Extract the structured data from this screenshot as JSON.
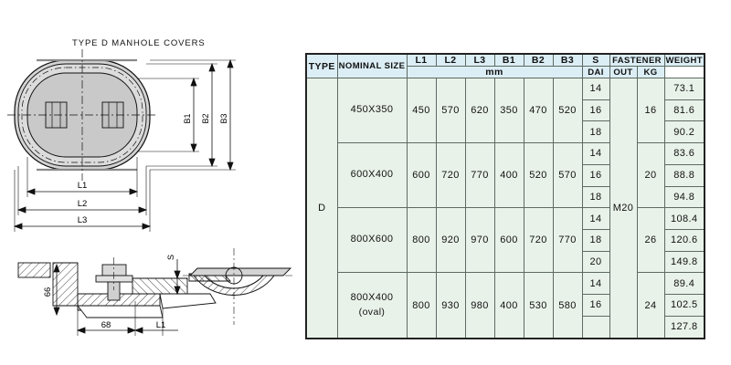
{
  "drawing": {
    "title": "TYPE D MANHOLE COVERS",
    "plan_dimensions": {
      "vertical": [
        "B1",
        "B2",
        "B3"
      ],
      "horizontal": [
        "L1",
        "L2",
        "L3"
      ]
    },
    "section_dimensions": {
      "height": "66",
      "width": "68",
      "thickness": "S",
      "length": "L1"
    }
  },
  "table": {
    "headers": {
      "type": "TYPE",
      "nominal_size": "NOMINAL SIZE",
      "dims": [
        "L1",
        "L2",
        "L3",
        "B1",
        "B2",
        "B3",
        "S"
      ],
      "unit": "mm",
      "fastener": "FASTENER",
      "fastener_sub": [
        "DAI",
        "OUT"
      ],
      "weight": "WEIGHT",
      "weight_unit": "KG"
    },
    "type": "D",
    "fastener_dai": "M20",
    "groups": [
      {
        "nominal_size": "450X350",
        "note": "",
        "L1": "450",
        "L2": "570",
        "L3": "620",
        "B1": "350",
        "B2": "470",
        "B3": "520",
        "S": [
          "14",
          "16",
          "18"
        ],
        "out": "16",
        "weight": [
          "73.1",
          "81.6",
          "90.2"
        ]
      },
      {
        "nominal_size": "600X400",
        "note": "",
        "L1": "600",
        "L2": "720",
        "L3": "770",
        "B1": "400",
        "B2": "520",
        "B3": "570",
        "S": [
          "14",
          "16",
          "18"
        ],
        "out": "20",
        "weight": [
          "83.6",
          "88.8",
          "94.8"
        ]
      },
      {
        "nominal_size": "800X600",
        "note": "",
        "L1": "800",
        "L2": "920",
        "L3": "970",
        "B1": "600",
        "B2": "720",
        "B3": "770",
        "S": [
          "14",
          "18",
          "20"
        ],
        "out": "26",
        "weight": [
          "108.4",
          "120.6",
          "149.8"
        ]
      },
      {
        "nominal_size": "800X400",
        "note": "(oval)",
        "L1": "800",
        "L2": "930",
        "L3": "980",
        "B1": "400",
        "B2": "530",
        "B3": "580",
        "S": [
          "14",
          "16",
          ""
        ],
        "out": "24",
        "weight": [
          "89.4",
          "102.5",
          "127.8"
        ]
      }
    ]
  },
  "colors": {
    "header_fill": "#dceef5",
    "body_fill": "#e9f2e9",
    "grid_line": "#5d6a63",
    "outer_border": "#222222",
    "cover_fill": "#c9c9c9",
    "cover_fill_light": "#dadada"
  }
}
